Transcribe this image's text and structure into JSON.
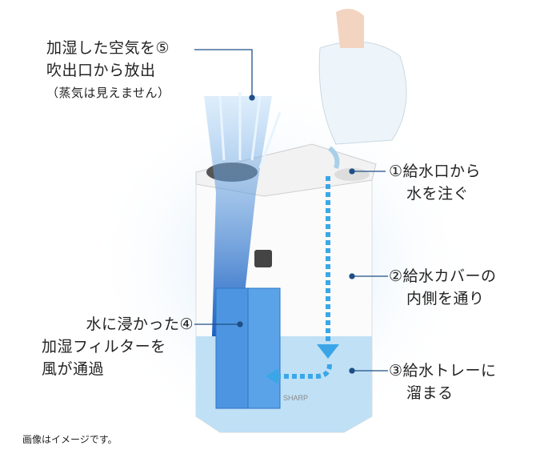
{
  "callouts": {
    "c5": {
      "line1": "加湿した空気を⑤",
      "line2": "吹出口から放出",
      "line3": "（蒸気は見えません）"
    },
    "c1": {
      "line1": "①給水口から",
      "line2": "水を注ぐ"
    },
    "c2": {
      "line1": "②給水カバーの",
      "line2": "内側を通り"
    },
    "c4": {
      "line1": "水に浸かった④",
      "line2": "加湿フィルターを",
      "line3": "風が通過"
    },
    "c3": {
      "line1": "③給水トレーに",
      "line2": "溜まる"
    }
  },
  "note": "画像はイメージです。",
  "brand": "SHARP",
  "colors": {
    "accent": "#1a6fd0",
    "water": "#3aa6e8",
    "tray": "#b9dcf2",
    "leader": "#1f4f86"
  }
}
